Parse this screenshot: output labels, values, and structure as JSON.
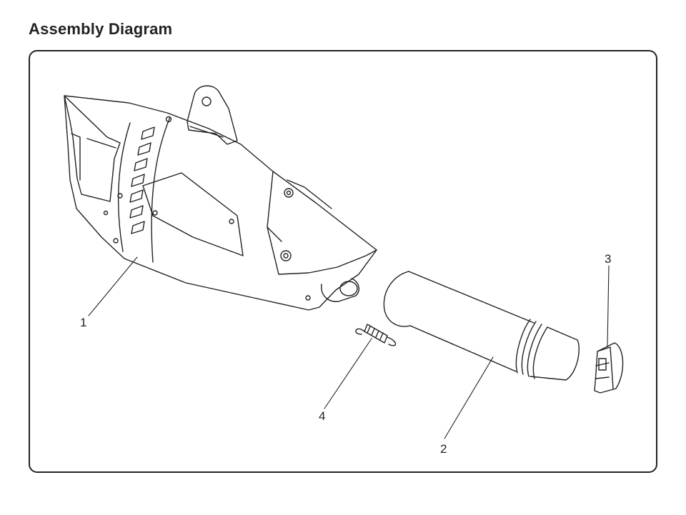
{
  "page": {
    "title": "Assembly Diagram"
  },
  "diagram": {
    "line_color": "#222222",
    "callouts": [
      {
        "id": "1",
        "label": "1"
      },
      {
        "id": "2",
        "label": "2"
      },
      {
        "id": "3",
        "label": "3"
      },
      {
        "id": "4",
        "label": "4"
      }
    ]
  }
}
